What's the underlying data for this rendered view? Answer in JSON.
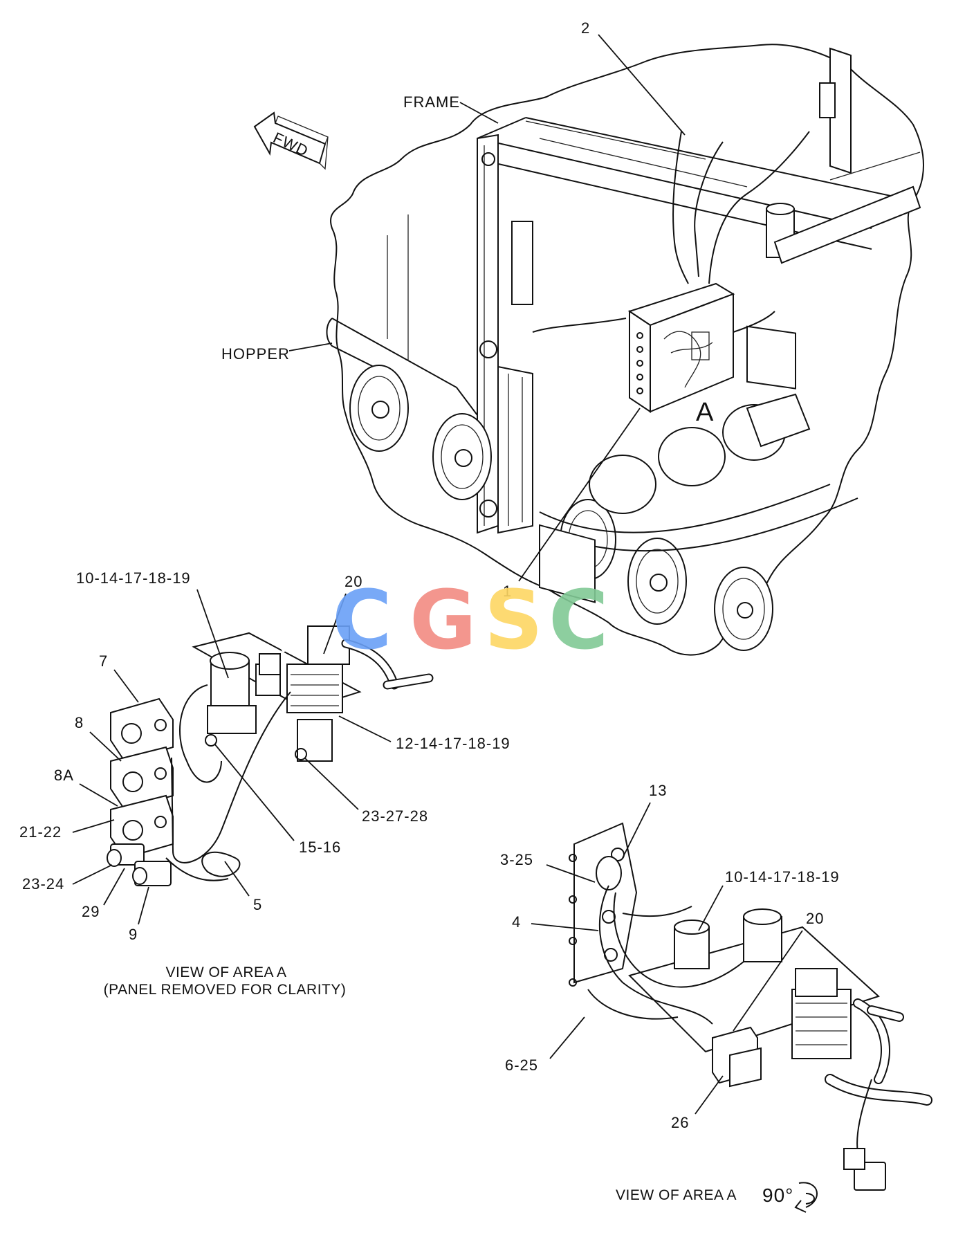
{
  "direction_arrow": {
    "label": "FWD"
  },
  "main_view": {
    "labels": {
      "frame": "FRAME",
      "hopper": "HOPPER",
      "area_marker": "A",
      "item_1": "1",
      "item_2": "2"
    }
  },
  "view_left": {
    "labels": {
      "c1": "10-14-17-18-19",
      "c2": "20",
      "c3": "7",
      "c4": "8",
      "c5": "8A",
      "c6": "21-22",
      "c7": "23-24",
      "c8": "29",
      "c9": "9",
      "c10": "5",
      "c11": "15-16",
      "c12": "23-27-28",
      "c13": "12-14-17-18-19"
    },
    "caption_line1": "VIEW OF AREA A",
    "caption_line2": "(PANEL REMOVED FOR CLARITY)"
  },
  "view_right": {
    "labels": {
      "c1": "13",
      "c2": "3-25",
      "c3": "10-14-17-18-19",
      "c4": "4",
      "c5": "20",
      "c6": "6-25",
      "c7": "26"
    },
    "caption": "VIEW OF AREA A",
    "rotation": "90°"
  },
  "watermark": {
    "letters": [
      "C",
      "G",
      "S",
      "C"
    ],
    "colors": [
      "#6aa0f7",
      "#f28b82",
      "#fdd663",
      "#81c995"
    ]
  }
}
